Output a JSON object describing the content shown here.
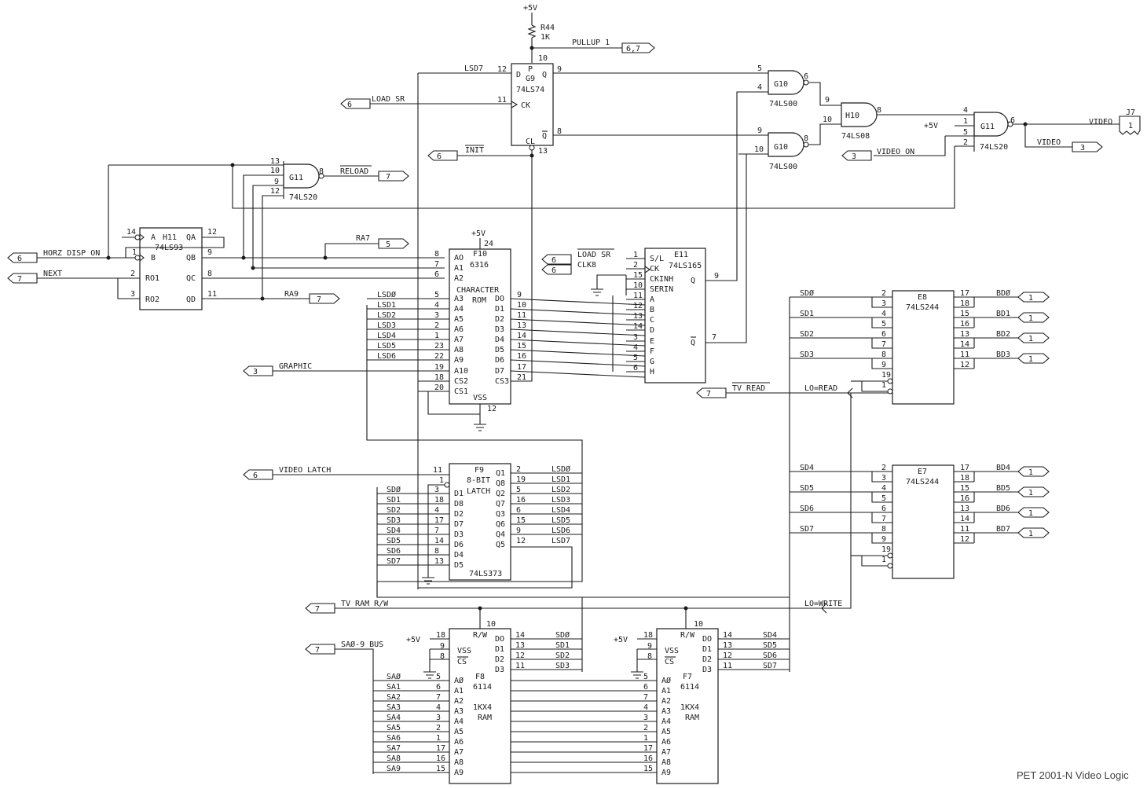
{
  "caption": "PET 2001-N Video Logic",
  "power": {
    "vcc": "+5V",
    "r44_ref": "R44",
    "r44_val": "1K",
    "pullup": "PULLUP 1",
    "pullup_dest": "6,7"
  },
  "g9": {
    "ref": "G9",
    "part": "74LS74",
    "d": "D",
    "p": "P",
    "q": "Q",
    "ck": "CK",
    "cl": "CL",
    "qn": "Q",
    "pin_d": "12",
    "pin_p": "10",
    "pin_q": "9",
    "pin_ck": "11",
    "pin_cl": "13",
    "pin_qn": "8"
  },
  "signals": {
    "lsd7": "LSD7",
    "load_sr": "LOAD SR",
    "load_sr_pg": "6",
    "init": "INIT",
    "init_pg": "6",
    "reload": "RELOAD",
    "reload_pg": "7",
    "horz_disp_on": "HORZ DISP ON",
    "horz_pg": "6",
    "next": "NEXT",
    "next_pg": "7",
    "ra7": "RA7",
    "ra7_pg": "5",
    "ra9": "RA9",
    "ra9_pg": "7",
    "graphic": "GRAPHIC",
    "graphic_pg": "3",
    "video_latch": "VIDEO LATCH",
    "video_latch_pg": "6",
    "tv_read": "TV READ",
    "tv_read_pg": "7",
    "lo_read": "LO=READ",
    "lo_write": "LO=WRITE",
    "tv_ram_rw": "TV RAM R/W",
    "tv_ram_pg": "7",
    "sa_bus": "SAØ-9 BUS",
    "sa_pg": "7",
    "clk8": "CLK8",
    "clk8_pg": "6",
    "load_sr2": "LOAD SR",
    "load_sr2_pg": "6",
    "video_on": "VIDEO ON",
    "video_on_pg": "3",
    "video": "VIDEO",
    "video_pg": "3",
    "video_out": "VIDEO"
  },
  "g10a": {
    "ref": "G10",
    "part": "74LS00",
    "pin_a": "5",
    "pin_b": "4",
    "pin_y": "6"
  },
  "g10b": {
    "ref": "G10",
    "part": "74LS00",
    "pin_a": "9",
    "pin_b": "10",
    "pin_y": "8"
  },
  "h10": {
    "ref": "H10",
    "part": "74LS08",
    "pin_a": "9",
    "pin_b": "10",
    "pin_y": "8"
  },
  "g11b": {
    "ref": "G11",
    "part": "74LS20",
    "pins": [
      "4",
      "1",
      "5",
      "2"
    ],
    "pin_y": "6"
  },
  "g11a": {
    "ref": "G11",
    "part": "74LS20",
    "pins": [
      "13",
      "10",
      "9",
      "12"
    ],
    "pin_y": "8"
  },
  "j7": {
    "ref": "J7",
    "pin": "1"
  },
  "h11": {
    "ref": "H11",
    "part": "74LS93",
    "left": [
      "A",
      "B",
      "RO1",
      "RO2"
    ],
    "left_pins": [
      "14",
      "1",
      "2",
      "3"
    ],
    "right": [
      "QA",
      "QB",
      "QC",
      "QD"
    ],
    "right_pins": [
      "12",
      "9",
      "8",
      "11"
    ]
  },
  "f10": {
    "ref": "F10",
    "part": "6316",
    "title1": "CHARACTER",
    "title2": "ROM",
    "vcc_pin": "24",
    "gnd_pin": "12",
    "left": [
      "AO",
      "A1",
      "A2",
      "A3",
      "A4",
      "A5",
      "A6",
      "A7",
      "A8",
      "A9",
      "A10",
      "CS2",
      "CS1"
    ],
    "left_pins": [
      "8",
      "7",
      "6",
      "5",
      "4",
      "3",
      "2",
      "1",
      "23",
      "22",
      "19",
      "18",
      "20"
    ],
    "right": [
      "DO",
      "D1",
      "D2",
      "D3",
      "D4",
      "D5",
      "D6",
      "D7",
      "CS3"
    ],
    "right_pins": [
      "9",
      "10",
      "11",
      "13",
      "14",
      "15",
      "16",
      "17",
      "21"
    ],
    "lsd_labels": [
      "LSDØ",
      "LSD1",
      "LSD2",
      "LSD3",
      "LSD4",
      "LSD5",
      "LSD6"
    ],
    "vss": "VSS"
  },
  "e11": {
    "ref": "E11",
    "part": "74LS165",
    "left": [
      "S/L",
      "CK",
      "CKINH",
      "SERIN",
      "A",
      "B",
      "C",
      "D",
      "E",
      "F",
      "G",
      "H"
    ],
    "left_pins": [
      "1",
      "2",
      "15",
      "10",
      "11",
      "12",
      "13",
      "14",
      "3",
      "4",
      "5",
      "6"
    ],
    "qh": "Q",
    "qh_pin": "9",
    "qhn_pin": "7"
  },
  "f9": {
    "ref": "F9",
    "part": "74LS373",
    "title1": "8-BIT",
    "title2": "LATCH",
    "left": [
      "D1",
      "D8",
      "D2",
      "D7",
      "D3",
      "D6",
      "D4",
      "D5"
    ],
    "left_pins": [
      "3",
      "18",
      "4",
      "17",
      "7",
      "14",
      "8",
      "13"
    ],
    "oe_pin": "1",
    "le_pin": "11",
    "sd_labels": [
      "SDØ",
      "SD1",
      "SD2",
      "SD3",
      "SD4",
      "SD5",
      "SD6",
      "SD7"
    ],
    "right": [
      "Q1",
      "Q8",
      "Q2",
      "Q7",
      "Q3",
      "Q6",
      "Q4",
      "Q5"
    ],
    "right_pins": [
      "2",
      "19",
      "5",
      "16",
      "6",
      "15",
      "9",
      "12"
    ],
    "lsd_labels": [
      "LSDØ",
      "LSD1",
      "LSD2",
      "LSD3",
      "LSD4",
      "LSD5",
      "LSD6",
      "LSD7"
    ]
  },
  "e8": {
    "ref": "E8",
    "part": "74LS244",
    "sd": [
      "SDØ",
      "SD1",
      "SD2",
      "SD3"
    ],
    "left_pins": [
      "2",
      "3",
      "4",
      "5",
      "6",
      "7",
      "8",
      "9",
      "19",
      "1"
    ],
    "right_pins": [
      "17",
      "18",
      "15",
      "16",
      "13",
      "14",
      "11",
      "12"
    ],
    "bd": [
      "BDØ",
      "BD1",
      "BD2",
      "BD3"
    ],
    "bd_pg": "1"
  },
  "e7": {
    "ref": "E7",
    "part": "74LS244",
    "sd": [
      "SD4",
      "SD5",
      "SD6",
      "SD7"
    ],
    "left_pins": [
      "2",
      "3",
      "4",
      "5",
      "6",
      "7",
      "8",
      "9",
      "19",
      "1"
    ],
    "right_pins": [
      "17",
      "18",
      "15",
      "16",
      "13",
      "14",
      "11",
      "12"
    ],
    "bd": [
      "BD4",
      "BD5",
      "BD6",
      "BD7"
    ],
    "bd_pg": "1"
  },
  "f8": {
    "ref": "F8",
    "part": "6114",
    "title1": "1KX4",
    "title2": "RAM",
    "rw": "R/W",
    "rw_pin": "10",
    "vss": "VSS",
    "cs": "CS",
    "vcc_pin": "18",
    "vss_pin": "9",
    "cs_pin": "8",
    "d": [
      "DO",
      "D1",
      "D2",
      "D3"
    ],
    "d_pins": [
      "14",
      "13",
      "12",
      "11"
    ],
    "sd": [
      "SDØ",
      "SD1",
      "SD2",
      "SD3"
    ],
    "a": [
      "AØ",
      "A1",
      "A2",
      "A3",
      "A4",
      "A5",
      "A6",
      "A7",
      "A8",
      "A9"
    ],
    "a_pins": [
      "5",
      "6",
      "7",
      "4",
      "3",
      "2",
      "1",
      "17",
      "16",
      "15"
    ],
    "sa": [
      "SAØ",
      "SA1",
      "SA2",
      "SA3",
      "SA4",
      "SA5",
      "SA6",
      "SA7",
      "SA8",
      "SA9"
    ]
  },
  "f7": {
    "ref": "F7",
    "part": "6114",
    "title1": "1KX4",
    "title2": "RAM",
    "rw": "R/W",
    "rw_pin": "10",
    "vss": "VSS",
    "cs": "CS",
    "vcc_pin": "18",
    "vss_pin": "9",
    "cs_pin": "8",
    "d": [
      "DO",
      "D1",
      "D2",
      "D3"
    ],
    "d_pins": [
      "14",
      "13",
      "12",
      "11"
    ],
    "sd": [
      "SD4",
      "SD5",
      "SD6",
      "SD7"
    ],
    "a": [
      "AØ",
      "A1",
      "A2",
      "A3",
      "A4",
      "A5",
      "A6",
      "A7",
      "A8",
      "A9"
    ],
    "a_pins": [
      "5",
      "6",
      "7",
      "4",
      "3",
      "2",
      "1",
      "17",
      "16",
      "15"
    ]
  }
}
